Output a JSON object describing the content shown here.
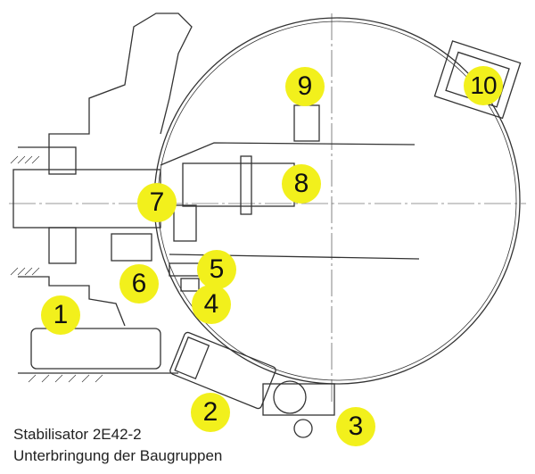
{
  "caption": {
    "line1": "Stabilisator 2E42-2",
    "line2": "Unterbringung der Baugruppen"
  },
  "markers": [
    "1",
    "2",
    "3",
    "4",
    "5",
    "6",
    "7",
    "8",
    "9",
    "10"
  ],
  "colors": {
    "marker": "#f2f01c",
    "line": "#333333"
  }
}
